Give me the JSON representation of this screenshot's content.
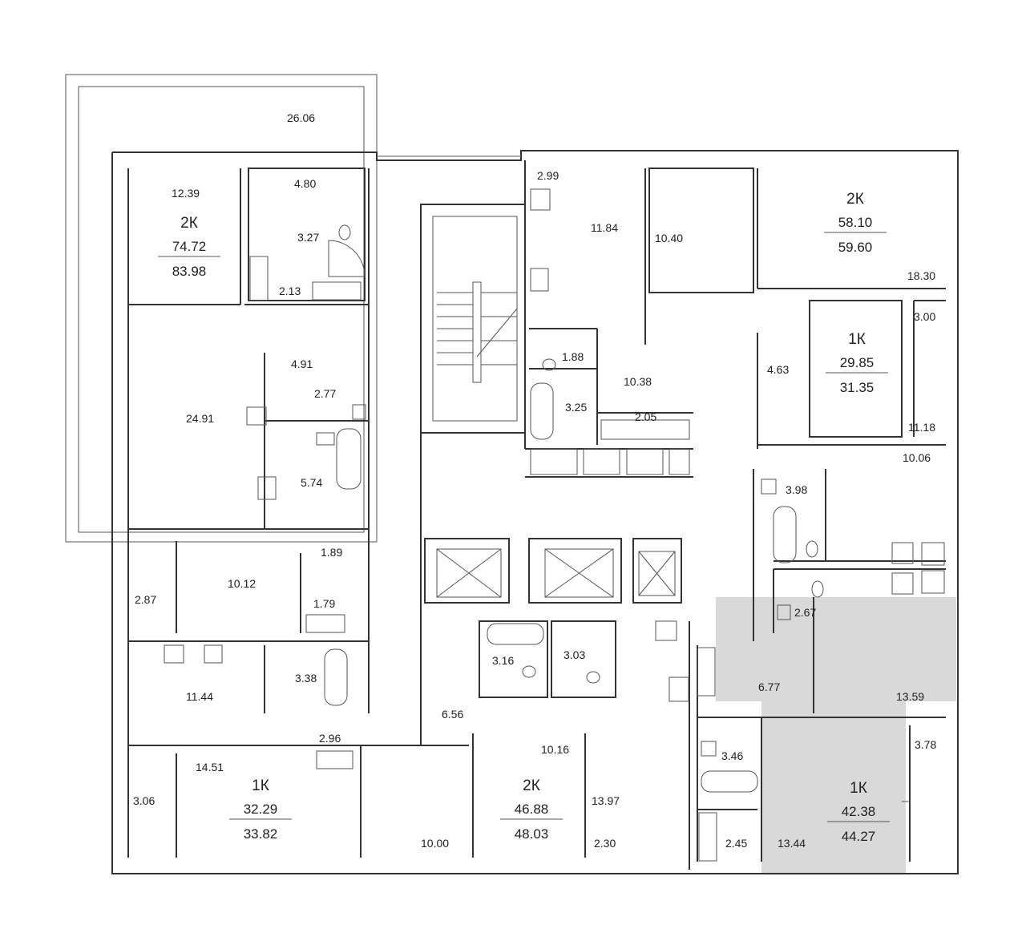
{
  "rooms": {
    "terrace": "26.06",
    "r_12_39": "12.39",
    "r_4_80": "4.80",
    "r_3_27": "3.27",
    "r_2_13": "2.13",
    "r_4_91": "4.91",
    "r_2_77": "2.77",
    "r_24_91": "24.91",
    "r_5_74": "5.74",
    "r_1_89": "1.89",
    "r_10_12": "10.12",
    "r_2_87": "2.87",
    "r_1_79": "1.79",
    "r_11_44": "11.44",
    "r_3_38": "3.38",
    "r_2_96": "2.96",
    "r_14_51": "14.51",
    "r_3_06": "3.06",
    "r_2_99": "2.99",
    "r_11_84": "11.84",
    "r_1_88": "1.88",
    "r_3_25": "3.25",
    "r_10_38": "10.38",
    "r_2_05": "2.05",
    "r_10_40": "10.40",
    "r_18_30": "18.30",
    "r_3_00": "3.00",
    "r_4_63": "4.63",
    "r_11_18": "11.18",
    "r_10_06": "10.06",
    "r_3_98": "3.98",
    "r_2_67": "2.67",
    "r_6_77": "6.77",
    "r_13_59": "13.59",
    "r_3_46": "3.46",
    "r_3_78": "3.78",
    "r_2_45": "2.45",
    "r_13_44": "13.44",
    "r_3_16": "3.16",
    "r_3_03": "3.03",
    "r_6_56": "6.56",
    "r_10_16": "10.16",
    "r_13_97": "13.97",
    "r_10_00": "10.00",
    "r_2_30": "2.30"
  },
  "apartments": [
    {
      "type": "2К",
      "living": "74.72",
      "total": "83.98"
    },
    {
      "type": "2К",
      "living": "58.10",
      "total": "59.60"
    },
    {
      "type": "1К",
      "living": "29.85",
      "total": "31.35"
    },
    {
      "type": "1К",
      "living": "32.29",
      "total": "33.82"
    },
    {
      "type": "2К",
      "living": "46.88",
      "total": "48.03"
    },
    {
      "type": "1К",
      "living": "42.38",
      "total": "44.27"
    }
  ],
  "colors": {
    "highlight": "#d9d9d9",
    "wall": "#333333"
  },
  "icons": [
    "stair-icon",
    "elevator-icon",
    "bathtub-icon",
    "toilet-icon",
    "sink-icon",
    "stove-icon",
    "shower-icon",
    "wardrobe-icon",
    "ventilation-icon"
  ]
}
